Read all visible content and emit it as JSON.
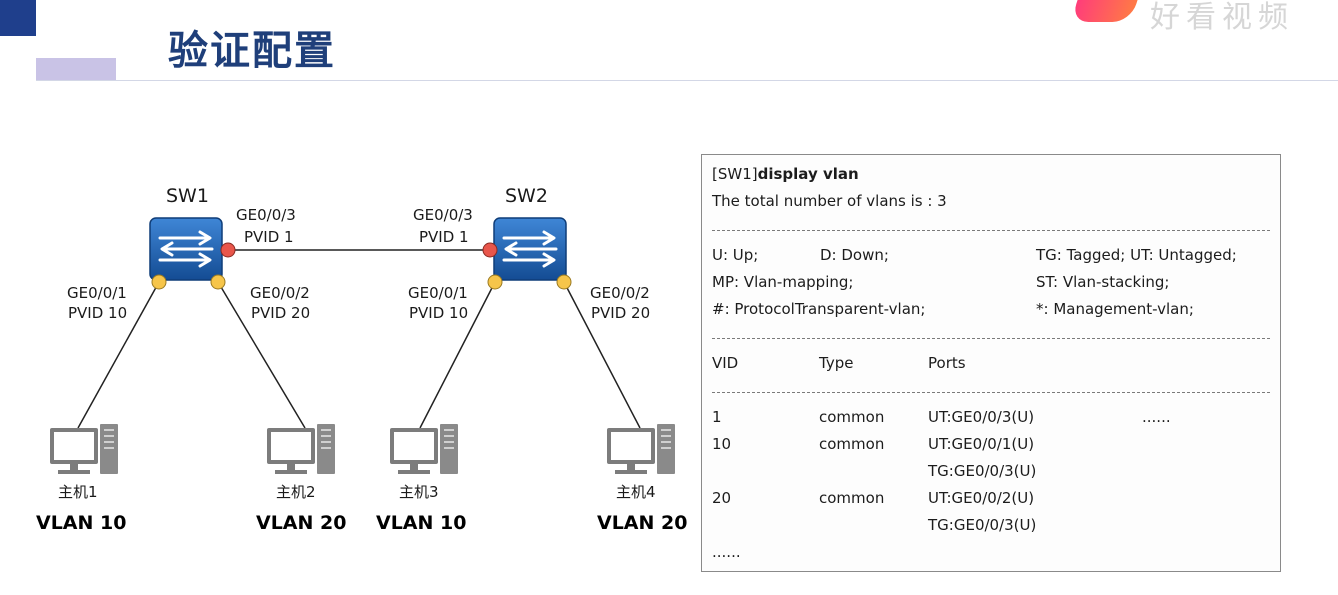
{
  "slide": {
    "title": "验证配置",
    "brand_watermark": "好看视频"
  },
  "topology": {
    "switches": [
      {
        "name": "SW1",
        "uplink_port": "GE0/0/3",
        "uplink_pvid": "PVID 1"
      },
      {
        "name": "SW2",
        "uplink_port": "GE0/0/3",
        "uplink_pvid": "PVID 1"
      }
    ],
    "access_ports": [
      {
        "port": "GE0/0/1",
        "pvid": "PVID 10"
      },
      {
        "port": "GE0/0/2",
        "pvid": "PVID 20"
      },
      {
        "port": "GE0/0/1",
        "pvid": "PVID 10"
      },
      {
        "port": "GE0/0/2",
        "pvid": "PVID 20"
      }
    ],
    "hosts": [
      {
        "name": "主机1",
        "vlan": "VLAN 10"
      },
      {
        "name": "主机2",
        "vlan": "VLAN 20"
      },
      {
        "name": "主机3",
        "vlan": "VLAN 10"
      },
      {
        "name": "主机4",
        "vlan": "VLAN 20"
      }
    ],
    "colors": {
      "switch_body": "#1c5fb0",
      "trunk_port": "#e8564b",
      "access_port": "#f6c54a",
      "link": "#222222"
    }
  },
  "output": {
    "prompt": "[SW1]",
    "command": "display vlan",
    "summary": "The total number  of vlans is : 3",
    "legend": [
      [
        "U: Up;",
        "D: Down;",
        "TG: Tagged;  UT: Untagged;"
      ],
      [
        "MP: Vlan-mapping;",
        "",
        "ST: Vlan-stacking;"
      ],
      [
        "#: ProtocolTransparent-vlan;",
        "",
        "*: Management-vlan;"
      ]
    ],
    "columns": [
      "VID",
      "Type",
      "Ports"
    ],
    "rows": [
      {
        "vid": "1",
        "type": "common",
        "ports": [
          "UT:GE0/0/3(U)"
        ],
        "more": "......"
      },
      {
        "vid": "10",
        "type": "common",
        "ports": [
          "UT:GE0/0/1(U)",
          "TG:GE0/0/3(U)"
        ],
        "more": ""
      },
      {
        "vid": "20",
        "type": "common",
        "ports": [
          "UT:GE0/0/2(U)",
          "TG:GE0/0/3(U)"
        ],
        "more": ""
      }
    ],
    "trailing": "......"
  }
}
